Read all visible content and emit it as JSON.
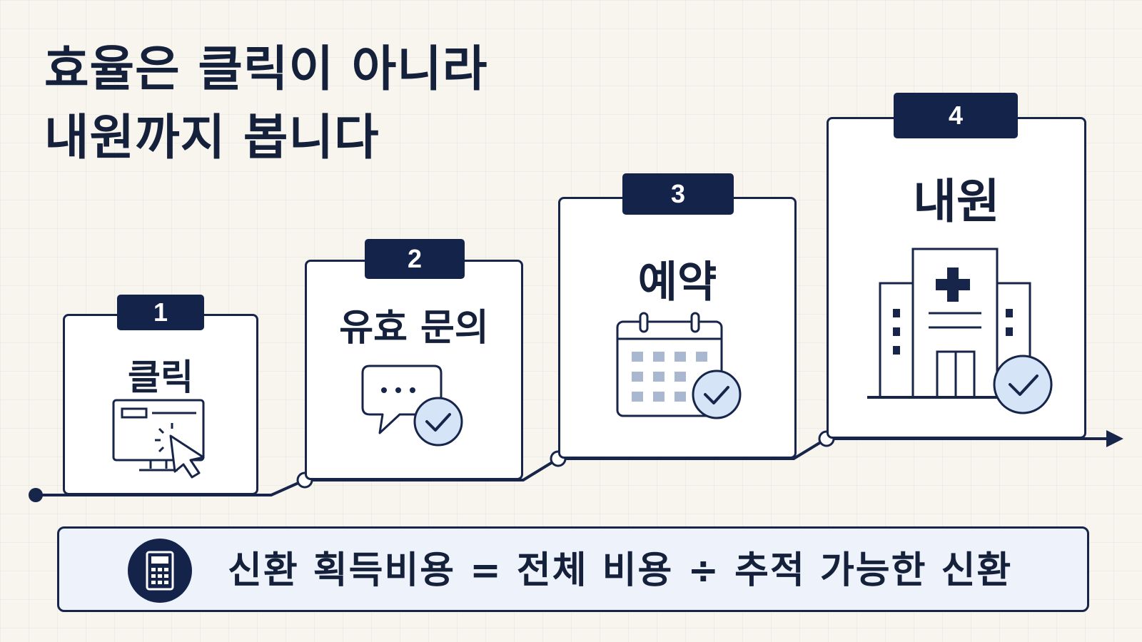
{
  "title": {
    "line1": "효율은 클릭이 아니라",
    "line2": "내원까지 봅니다"
  },
  "steps": [
    {
      "number": "1",
      "label": "클릭",
      "icon": "monitor-cursor-icon"
    },
    {
      "number": "2",
      "label": "유효 문의",
      "icon": "chat-check-icon"
    },
    {
      "number": "3",
      "label": "예약",
      "icon": "calendar-check-icon"
    },
    {
      "number": "4",
      "label": "내원",
      "icon": "hospital-check-icon"
    }
  ],
  "formula": {
    "text": "신환 획득비용 = 전체 비용 ÷ 추적 가능한 신환",
    "icon": "calculator-icon"
  },
  "colors": {
    "navy": "#14234a",
    "background": "#f8f5ee",
    "card": "#ffffff",
    "check_fill": "#d6e4f7",
    "formula_bg": "#eef2fa"
  }
}
